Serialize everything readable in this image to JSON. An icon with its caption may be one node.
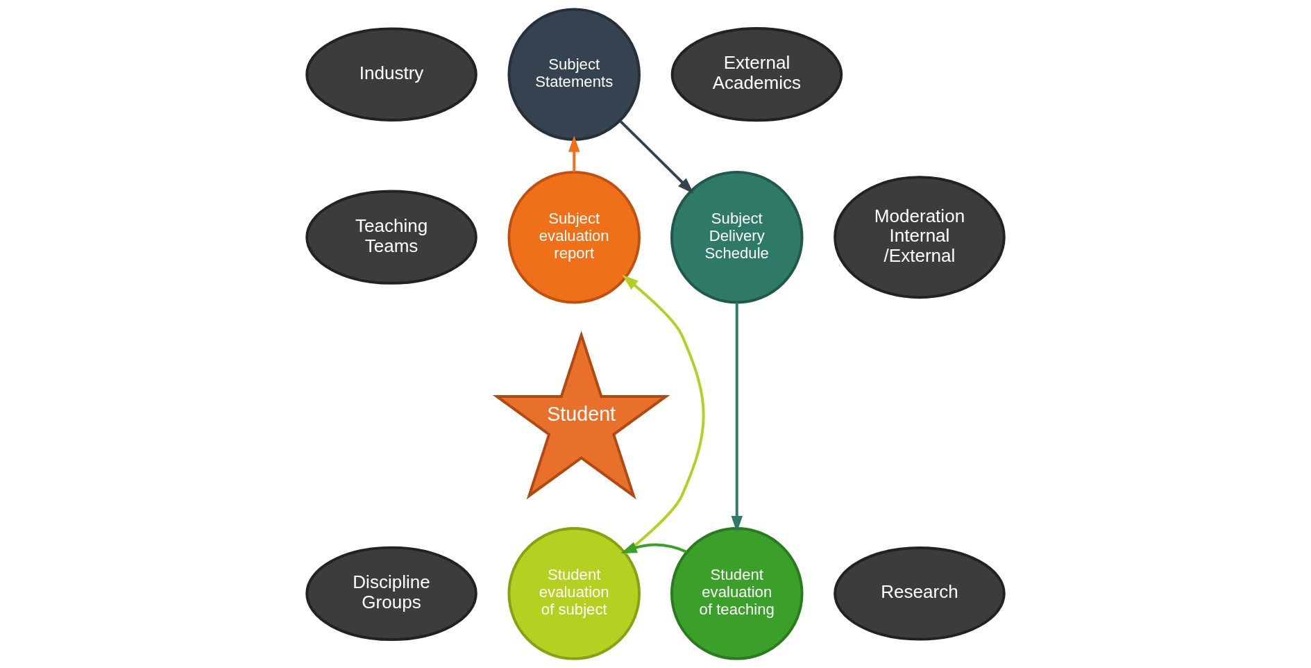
{
  "diagram": {
    "nodes": [
      {
        "text": [
          "Industry"
        ]
      },
      {
        "text": [
          "Subject Statements"
        ]
      },
      {
        "text": [
          "External Academics"
        ]
      },
      {
        "text": [
          "Subject evaluation report"
        ]
      },
      {
        "text": [
          "Subject Delivery Schedule"
        ]
      },
      {
        "text": [
          "Teaching Teams"
        ]
      },
      {
        "text": [
          "Student"
        ]
      },
      {
        "text": [
          "Moderation Internal /External"
        ]
      },
      {
        "text": [
          "Student evaluation of subject"
        ]
      },
      {
        "text": [
          "Student evaluation of teaching"
        ]
      },
      {
        "text": [
          "Discipline Groups"
        ]
      },
      {
        "text": [
          "Research"
        ]
      }
    ],
    "edges": [
      {
        "from": 1,
        "to": 4,
        "arrow": "to",
        "color": "#34434f"
      },
      {
        "from": 4,
        "to": 9,
        "arrow": "to",
        "color": "#2e7a66"
      },
      {
        "from": 9,
        "to": 8,
        "arrow": "to",
        "color": "#3aa02a"
      },
      {
        "from": 8,
        "to": 3,
        "arrow": "to",
        "color": "#b4d020"
      },
      {
        "from": 3,
        "to": 1,
        "arrow": "to",
        "color": "#f0701a"
      }
    ]
  }
}
